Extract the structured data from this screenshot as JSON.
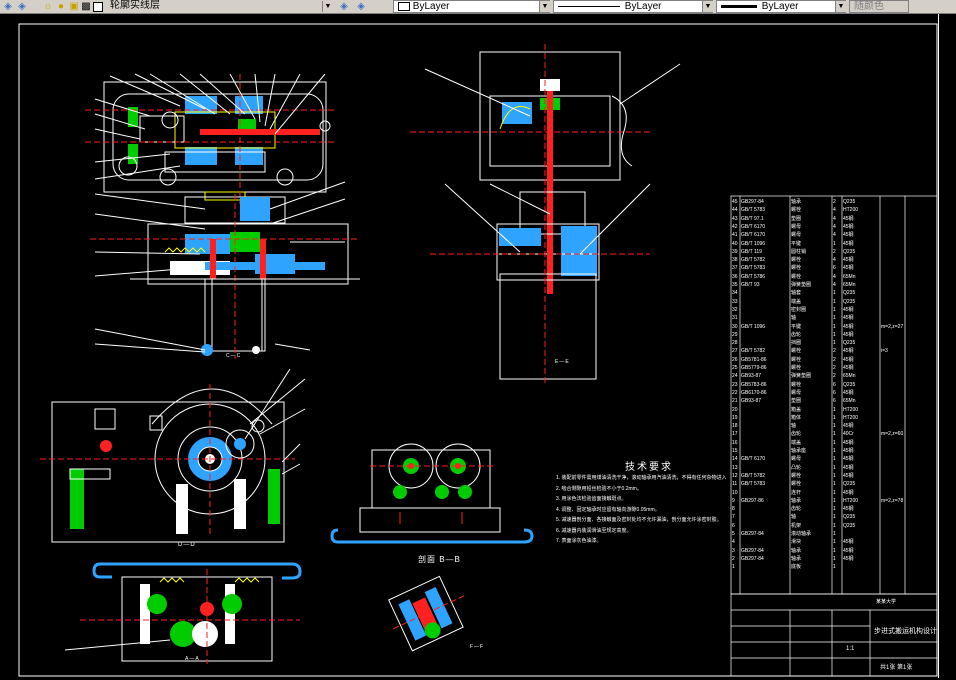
{
  "toolbar": {
    "layer_name": "轮廓实线层",
    "color_value": "ByLayer",
    "linetype_value": "ByLayer",
    "lineweight_value": "ByLayer",
    "plotstyle_value": "随颜色"
  },
  "drawing": {
    "section_bb": "剖面  B—B",
    "section_dd": "D—D",
    "section_cc": "C—C",
    "section_aa": "A—A",
    "section_ff": "F—F",
    "view_e": "E—E",
    "tech_title": "技术要求",
    "tech_items": [
      "1. 装配前零件需用煤油清洗干净，滚动轴承用汽油清洗，不得有任何杂物进入。",
      "2. 啮合侧隙用铅丝检验不小于0.2mm。",
      "3. 用涂色法检验齿面接触斑点。",
      "4. 调整、固定轴承时应留有轴向游隙0.05mm。",
      "5. 减速器剖分面、各接触面及密封处均不允许漏油，剖分面允许涂密封胶。",
      "6. 减速器内装润滑油至规定高度。",
      "7. 表面涂灰色油漆。"
    ],
    "title_block": {
      "name": "步进式搬运机构设计",
      "school": "某某大学",
      "scale": "1:1",
      "sheet": "共1张 第1张"
    },
    "bom": [
      [
        "45",
        "GB297-84",
        "轴承",
        "2",
        "Q235",
        ""
      ],
      [
        "44",
        "GB/T 5783",
        "螺栓",
        "4",
        "HT200",
        ""
      ],
      [
        "43",
        "GB/T 97.1",
        "垫圈",
        "4",
        "45钢",
        ""
      ],
      [
        "42",
        "GB/T 6170",
        "螺母",
        "4",
        "45钢",
        ""
      ],
      [
        "41",
        "GB/T 6170",
        "螺母",
        "4",
        "45钢",
        ""
      ],
      [
        "40",
        "GB/T 1096",
        "平键",
        "1",
        "45钢",
        ""
      ],
      [
        "39",
        "GB/T 119",
        "圆柱销",
        "2",
        "Q235",
        ""
      ],
      [
        "38",
        "GB/T 5782",
        "螺栓",
        "4",
        "45钢",
        ""
      ],
      [
        "37",
        "GB/T 5783",
        "螺栓",
        "6",
        "45钢",
        ""
      ],
      [
        "36",
        "GB/T 5786",
        "螺栓",
        "4",
        "65Mn",
        ""
      ],
      [
        "35",
        "GB/T 93",
        "弹簧垫圈",
        "4",
        "65Mn",
        ""
      ],
      [
        "34",
        "",
        "轴套",
        "1",
        "Q235",
        ""
      ],
      [
        "33",
        "",
        "端盖",
        "1",
        "Q235",
        ""
      ],
      [
        "32",
        "",
        "密封圈",
        "1",
        "45钢",
        ""
      ],
      [
        "31",
        "",
        "轴",
        "1",
        "45钢",
        ""
      ],
      [
        "30",
        "GB/T 1096",
        "平键",
        "1",
        "45钢",
        "m=2,z=27"
      ],
      [
        "29",
        "",
        "齿轮",
        "1",
        "45钢",
        ""
      ],
      [
        "28",
        "",
        "挡圈",
        "1",
        "Q235",
        ""
      ],
      [
        "27",
        "GB/T 5782",
        "螺栓",
        "2",
        "45钢",
        "i=3"
      ],
      [
        "26",
        "GB5781-86",
        "螺栓",
        "2",
        "45钢",
        ""
      ],
      [
        "25",
        "GB5779-86",
        "螺栓",
        "2",
        "45钢",
        ""
      ],
      [
        "24",
        "GB93-87",
        "弹簧垫圈",
        "2",
        "65Mn",
        ""
      ],
      [
        "23",
        "GB5783-86",
        "螺栓",
        "6",
        "Q235",
        ""
      ],
      [
        "22",
        "GB6170-86",
        "螺母",
        "6",
        "45钢",
        ""
      ],
      [
        "21",
        "GB93-87",
        "垫圈",
        "6",
        "65Mn",
        ""
      ],
      [
        "20",
        "",
        "箱盖",
        "1",
        "HT200",
        ""
      ],
      [
        "19",
        "",
        "箱体",
        "1",
        "HT200",
        ""
      ],
      [
        "18",
        "",
        "轴",
        "1",
        "45钢",
        ""
      ],
      [
        "17",
        "",
        "齿轮",
        "1",
        "40Cr",
        "m=2,z=60"
      ],
      [
        "16",
        "",
        "端盖",
        "1",
        "45钢",
        ""
      ],
      [
        "15",
        "",
        "轴承座",
        "1",
        "45钢",
        ""
      ],
      [
        "14",
        "GB/T 6170",
        "螺母",
        "1",
        "45钢",
        ""
      ],
      [
        "13",
        "",
        "凸轮",
        "1",
        "45钢",
        ""
      ],
      [
        "12",
        "GB/T 5782",
        "螺栓",
        "1",
        "45钢",
        ""
      ],
      [
        "11",
        "GB/T 5783",
        "螺栓",
        "1",
        "Q235",
        ""
      ],
      [
        "10",
        "",
        "连杆",
        "1",
        "45钢",
        ""
      ],
      [
        "9",
        "GB297-86",
        "轴承",
        "1",
        "HT200",
        "m=2,z=78"
      ],
      [
        "8",
        "",
        "齿轮",
        "1",
        "45钢",
        ""
      ],
      [
        "7",
        "",
        "轴",
        "1",
        "Q235",
        ""
      ],
      [
        "6",
        "",
        "机架",
        "1",
        "Q235",
        ""
      ],
      [
        "5",
        "GB297-84",
        "滚动轴承",
        "1",
        "",
        ""
      ],
      [
        "4",
        "",
        "滑块",
        "1",
        "45钢",
        ""
      ],
      [
        "3",
        "GB297-84",
        "轴承",
        "1",
        "45钢",
        ""
      ],
      [
        "2",
        "GB297-84",
        "轴承",
        "1",
        "45钢",
        ""
      ],
      [
        "1",
        "",
        "底板",
        "1",
        "",
        ""
      ]
    ]
  }
}
